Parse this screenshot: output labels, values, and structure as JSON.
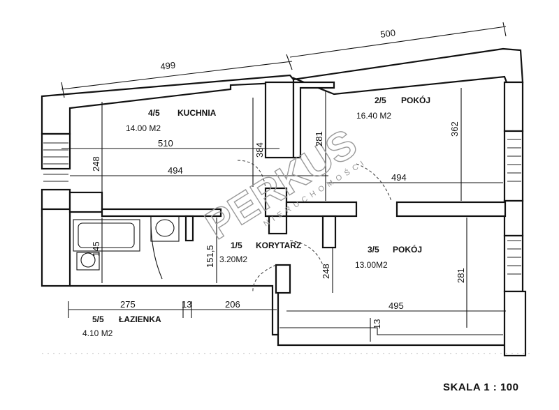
{
  "rooms": {
    "kuchnia": {
      "number": "4/5",
      "name": "KUCHNIA",
      "area": "14.00 M2"
    },
    "pokoj1": {
      "number": "2/5",
      "name": "POKÓJ",
      "area": "16.40 M2"
    },
    "korytarz": {
      "number": "1/5",
      "name": "KORYTARZ",
      "area": "3.20M2"
    },
    "pokoj2": {
      "number": "3/5",
      "name": "POKÓJ",
      "area": "13.00M2"
    },
    "lazienka": {
      "number": "5/5",
      "name": "ŁAZIENKA",
      "area": "4.10 M2"
    }
  },
  "dimensions": {
    "top_left": "499",
    "top_right": "500",
    "kitchen_width_1": "510",
    "kitchen_width_2": "494",
    "kitchen_height": "248",
    "kitchen_right_height": "384",
    "room1_left_height": "281",
    "room1_right_height": "362",
    "room1_width": "494",
    "bath_height": "145",
    "corridor_height": "151,5",
    "room2_left_height": "248",
    "room2_right_height": "281",
    "bath_width": "275",
    "bath_wall": "13",
    "corridor_width": "206",
    "room2_width": "495",
    "room2_wall": "13"
  },
  "watermark": {
    "main": "PERKUS",
    "sub": "NIERUCHOMOŚCI"
  },
  "scale_label": "SKALA 1 : 100"
}
